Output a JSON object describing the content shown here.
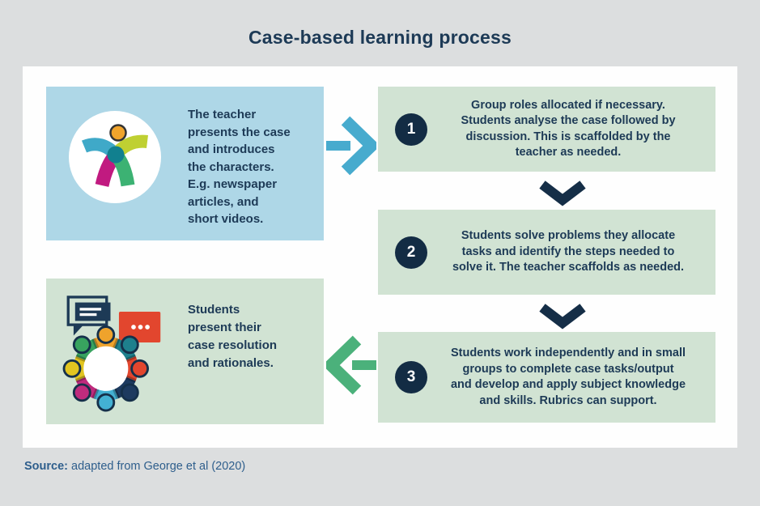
{
  "title": "Case-based learning process",
  "intro_box": {
    "text": "The teacher\npresents the case\nand introduces\nthe characters.\nE.g. newspaper\narticles, and\nshort videos.",
    "icon": "teacher-figure-icon"
  },
  "steps": [
    {
      "number": "1",
      "text": "Group roles allocated if necessary.\nStudents analyse the case followed by\ndiscussion. This is scaffolded by the\nteacher as needed."
    },
    {
      "number": "2",
      "text": "Students solve problems they allocate\ntasks and identify the steps needed to\nsolve it. The teacher scaffolds as needed."
    },
    {
      "number": "3",
      "text": "Students work independently and in small\ngroups to complete case tasks/output\nand develop and apply subject knowledge\nand skills. Rubrics can support."
    }
  ],
  "outcome_box": {
    "text": "Students\npresent their\ncase resolution\nand rationales.",
    "icon": "group-discussion-icon"
  },
  "connectors": {
    "intro_to_step1": "arrow-right-icon",
    "step1_to_step2": "chevron-down-icon",
    "step2_to_step3": "chevron-down-icon",
    "step3_to_outcome": "arrow-left-icon"
  },
  "source": {
    "label": "Source:",
    "text": " adapted from George et al (2020)"
  },
  "colors": {
    "bg": "#dcdedf",
    "card": "#fefefe",
    "navy": "#1d3a56",
    "badge": "#132c44",
    "blue_box": "#aed7e7",
    "green_box": "#d1e3d3",
    "arrow_blue": "#47abce",
    "arrow_green": "#4bb17b",
    "chevron_navy": "#152e47",
    "source_blue": "#2e5e8c",
    "icon_orange": "#efa32c",
    "icon_teal": "#1e808d",
    "icon_red": "#e2462e",
    "icon_light_blue": "#43b1d3",
    "icon_magenta": "#bf2b7d",
    "icon_yellow": "#e2c520",
    "icon_green": "#38a35f",
    "icon_yellow_green": "#bfd032"
  }
}
